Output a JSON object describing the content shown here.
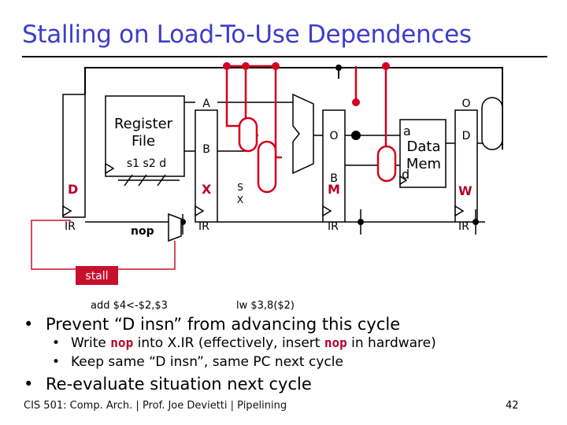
{
  "title": "Stalling on Load-To-Use Dependences",
  "diagram": {
    "regfile_title_line1": "Register",
    "regfile_title_line2": "File",
    "regfile_ports": "s1 s2 d",
    "stage_D": "D",
    "stage_X": "X",
    "stage_M": "M",
    "stage_W": "W",
    "ir": "IR",
    "nop": "nop",
    "A": "A",
    "B": "B",
    "O": "O",
    "S": "S",
    "X_small": "X",
    "D_small": "D",
    "dmem_a": "a",
    "dmem_d": "d",
    "dmem_line1": "Data",
    "dmem_line2": "Mem",
    "stall": "stall",
    "insn_d": "add $4<-$2,$3",
    "insn_x": "lw $3,8($2)"
  },
  "bullets": [
    {
      "text": "Prevent “D insn” from advancing this cycle",
      "sub": [
        {
          "t1": "Write ",
          "code1": "nop",
          "t2": " into X.IR (effectively, insert ",
          "code2": "nop",
          "t3": " in hardware)"
        },
        {
          "t1": "Keep same “D insn”, same PC next cycle",
          "code1": "",
          "t2": "",
          "code2": "",
          "t3": ""
        }
      ]
    },
    {
      "text": "Re-evaluate situation next cycle",
      "sub": []
    }
  ],
  "footer": "CIS 501: Comp. Arch.  |  Prof. Joe Devietti  |  Pipelining",
  "page_number": "42",
  "colors": {
    "title": "#3d3dcc",
    "highlight": "#d4001c",
    "stage_label": "#b8002a",
    "stall_wire": "#c8102e",
    "register_fill": "#ffffff"
  }
}
